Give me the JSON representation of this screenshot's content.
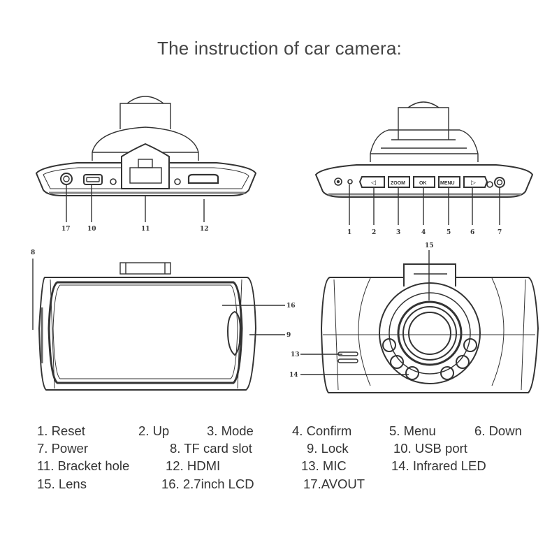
{
  "title": "The instruction of car camera:",
  "callouts": {
    "top_left_view": [
      "17",
      "10",
      "11",
      "12"
    ],
    "top_right_view": [
      "1",
      "2",
      "3",
      "4",
      "5",
      "6",
      "7"
    ],
    "button_labels": [
      "◁",
      "ZOOM",
      "OK",
      "MENU",
      "▷"
    ],
    "rear_view": [
      "8",
      "16",
      "9"
    ],
    "front_view": [
      "15",
      "13",
      "14"
    ]
  },
  "legend": [
    {
      "num": "1.",
      "label": "Reset",
      "text": "1. Reset"
    },
    {
      "num": "2.",
      "label": "Up",
      "text": "2. Up"
    },
    {
      "num": "3.",
      "label": "Mode",
      "text": "3. Mode"
    },
    {
      "num": "4.",
      "label": "Confirm",
      "text": "4. Confirm"
    },
    {
      "num": "5.",
      "label": "Menu",
      "text": "5. Menu"
    },
    {
      "num": "6.",
      "label": "Down",
      "text": "6. Down"
    },
    {
      "num": "7.",
      "label": "Power",
      "text": "7. Power"
    },
    {
      "num": "8.",
      "label": "TF card slot",
      "text": "8. TF card slot"
    },
    {
      "num": "9.",
      "label": "Lock",
      "text": "9. Lock"
    },
    {
      "num": "10.",
      "label": "USB port",
      "text": "10. USB port"
    },
    {
      "num": "11.",
      "label": "Bracket hole",
      "text": "11. Bracket hole"
    },
    {
      "num": "12.",
      "label": "HDMI",
      "text": "12. HDMI"
    },
    {
      "num": "13.",
      "label": "MIC",
      "text": "13. MIC"
    },
    {
      "num": "14.",
      "label": "Infrared LED",
      "text": "14. Infrared LED"
    },
    {
      "num": "15.",
      "label": "Lens",
      "text": "15. Lens"
    },
    {
      "num": "16.",
      "label": "2.7inch LCD",
      "text": "16. 2.7inch LCD"
    },
    {
      "num": "17.",
      "label": "AVOUT",
      "text": "17.AVOUT"
    }
  ]
}
